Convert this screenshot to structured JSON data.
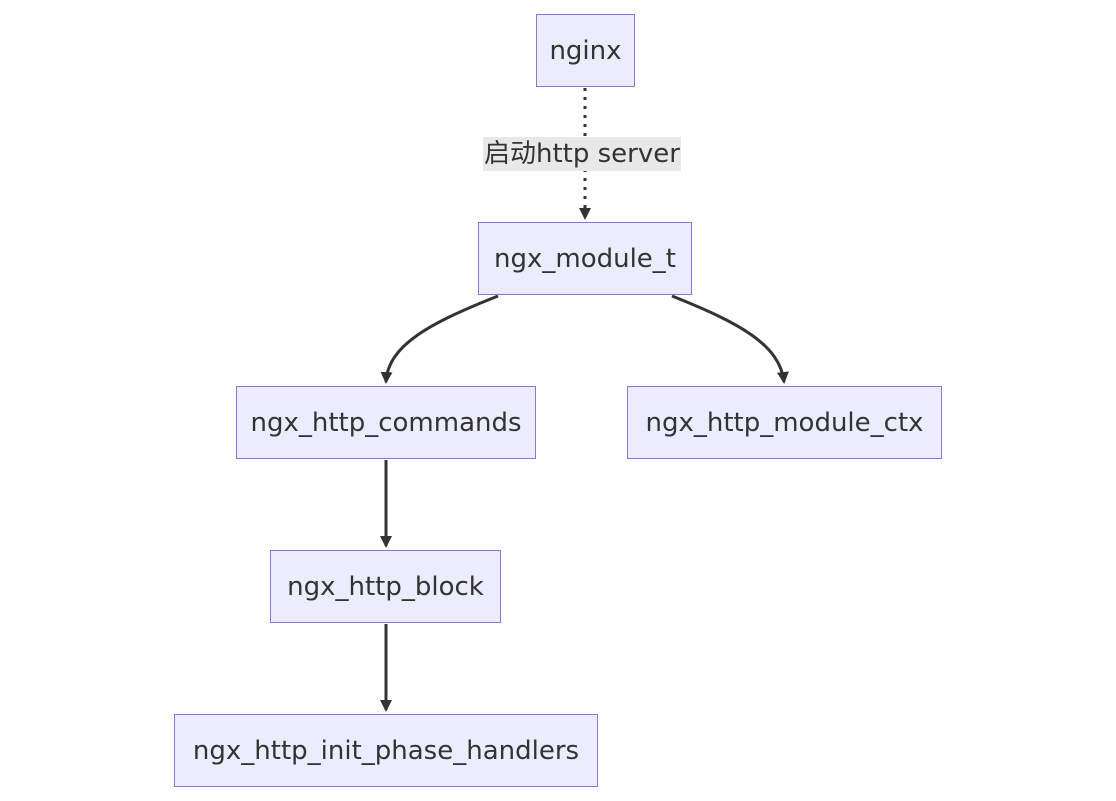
{
  "diagram": {
    "colors": {
      "node_fill": "#ececff",
      "node_border": "#9370db",
      "edge": "#333333",
      "edge_label_background": "#e8e8e8",
      "text": "#333333"
    },
    "nodes": {
      "nginx": "nginx",
      "module_t": "ngx_module_t",
      "commands": "ngx_http_commands",
      "module_ctx": "ngx_http_module_ctx",
      "block": "ngx_http_block",
      "init_phase_handlers": "ngx_http_init_phase_handlers"
    },
    "edges": [
      {
        "from": "nginx",
        "to": "ngx_module_t",
        "style": "dotted",
        "label": "启动http server"
      },
      {
        "from": "ngx_module_t",
        "to": "ngx_http_commands",
        "style": "solid"
      },
      {
        "from": "ngx_module_t",
        "to": "ngx_http_module_ctx",
        "style": "solid"
      },
      {
        "from": "ngx_http_commands",
        "to": "ngx_http_block",
        "style": "solid"
      },
      {
        "from": "ngx_http_block",
        "to": "ngx_http_init_phase_handlers",
        "style": "solid"
      }
    ]
  }
}
